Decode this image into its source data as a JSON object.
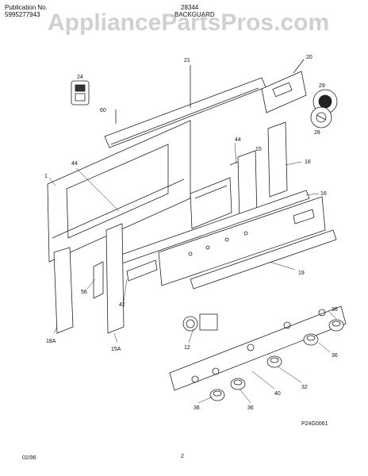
{
  "header": {
    "publication_label": "Publication No.",
    "publication_number": "5995277943",
    "model": "28344",
    "section": "BACKGUARD"
  },
  "watermark": "AppliancePartsPros.com",
  "callouts": {
    "c21": "21",
    "c20": "20",
    "c24": "24",
    "c29": "29",
    "c60": "60",
    "c28": "28",
    "c44a": "44",
    "c44b": "44",
    "c15": "15",
    "c18": "18",
    "c1": "1",
    "c16": "16",
    "c19": "19",
    "c56": "56",
    "c42": "42",
    "c18a": "18A",
    "c15a": "15A",
    "c36a": "36",
    "c36b": "36",
    "c12": "12",
    "c40": "40",
    "c32": "32",
    "c36c": "36",
    "c36d": "36"
  },
  "drawing_code": "P24G0061",
  "footer": {
    "date": "02/96",
    "page": "2"
  }
}
